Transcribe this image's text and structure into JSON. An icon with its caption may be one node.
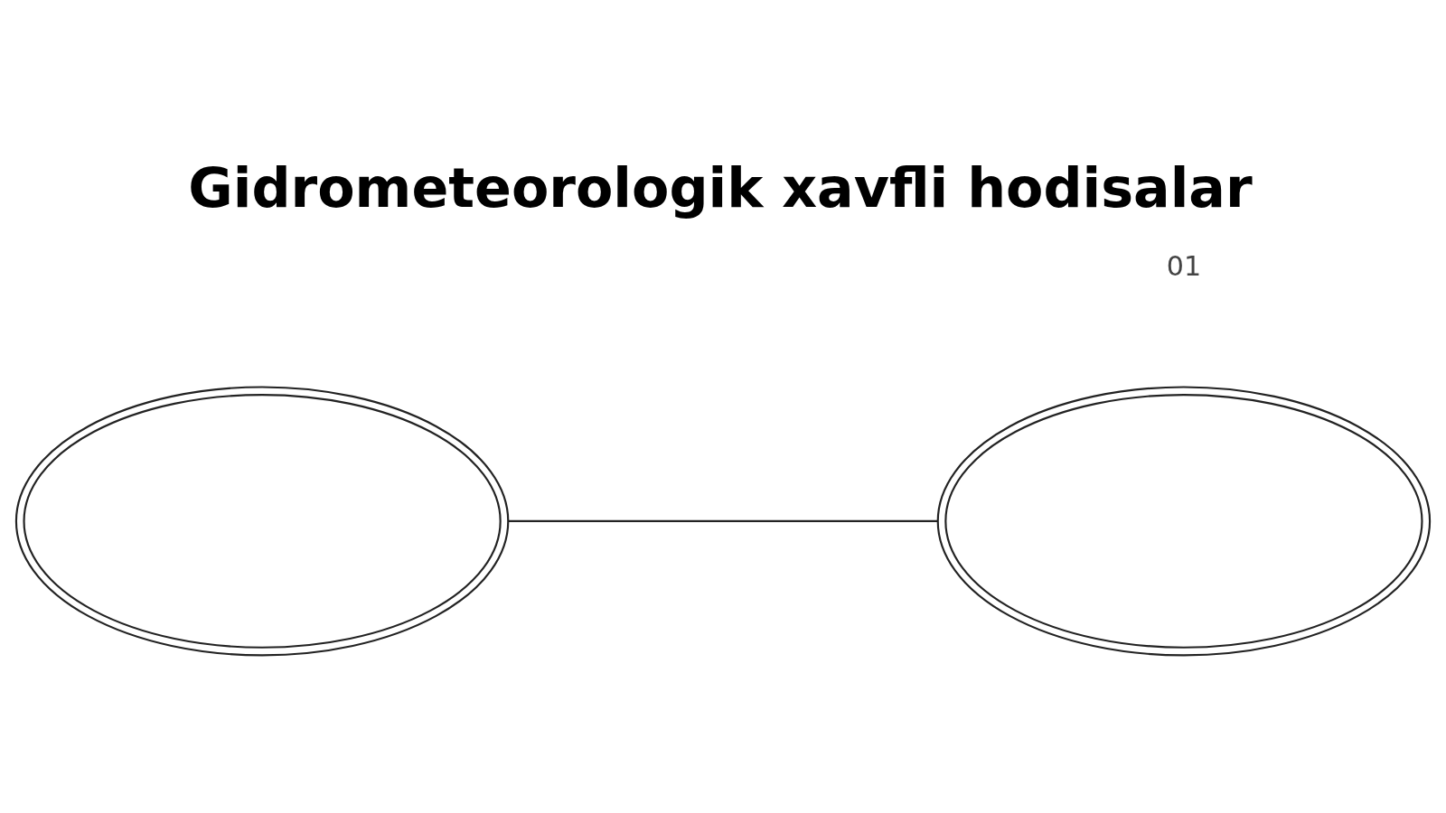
{
  "diagram": {
    "title": "Gidrometeorologik xavfli hodisalar",
    "nodes": [
      {
        "text": [],
        "shape": "ellipse"
      },
      {
        "text": [],
        "shape": "ellipse"
      }
    ],
    "edges": [
      {
        "from": 0,
        "to": 1,
        "arrow": "none"
      }
    ],
    "labels": [
      "01"
    ]
  }
}
